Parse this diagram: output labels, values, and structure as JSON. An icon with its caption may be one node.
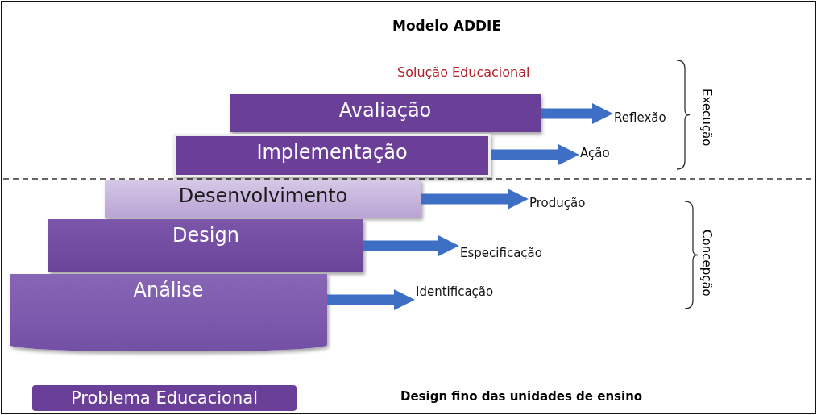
{
  "diagram": {
    "title": "Modelo ADDIE",
    "nodes": [
      {
        "text": [
          "Avaliação"
        ]
      },
      {
        "text": [
          "Implementação"
        ]
      },
      {
        "text": [
          "Desenvolvimento"
        ]
      },
      {
        "text": [
          "Design"
        ]
      },
      {
        "text": [
          "Análise"
        ]
      },
      {
        "text": [
          "Reflexão"
        ]
      },
      {
        "text": [
          "Ação"
        ]
      },
      {
        "text": [
          "Produção"
        ]
      },
      {
        "text": [
          "Especificação"
        ]
      },
      {
        "text": [
          "Identificação"
        ]
      },
      {
        "text": [
          "Problema Educacional"
        ]
      }
    ],
    "edges": [
      {
        "from": 0,
        "to": 5,
        "arrow": "to"
      },
      {
        "from": 1,
        "to": 6,
        "arrow": "to"
      },
      {
        "from": 2,
        "to": 7,
        "arrow": "to"
      },
      {
        "from": 3,
        "to": 8,
        "arrow": "to"
      },
      {
        "from": 4,
        "to": 9,
        "arrow": "to"
      }
    ],
    "labels": [
      "Solução Educacional",
      "Execução",
      "Concepção",
      "Design fino das unidades de ensino"
    ]
  }
}
